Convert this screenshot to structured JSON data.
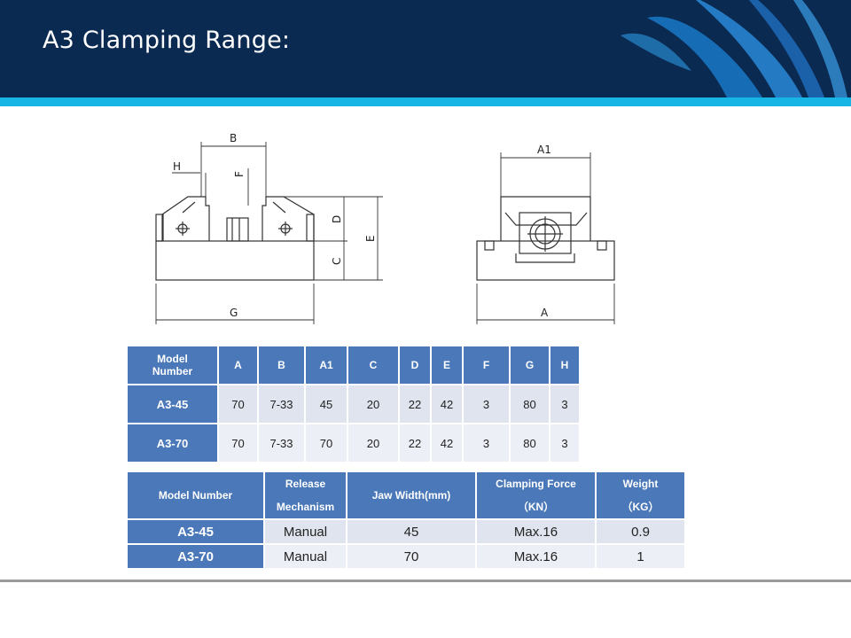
{
  "title": "A3 Clamping Range:",
  "drawing_labels": {
    "B": "B",
    "H": "H",
    "F": "F",
    "D": "D",
    "C": "C",
    "E": "E",
    "G": "G",
    "A1": "A1",
    "A": "A"
  },
  "table1": {
    "headers": [
      "Model Number",
      "A",
      "B",
      "A1",
      "C",
      "D",
      "E",
      "F",
      "G",
      "H"
    ],
    "header_model_line1": "Model",
    "header_model_line2": "Number",
    "rows": [
      [
        "A3-45",
        "70",
        "7-33",
        "45",
        "20",
        "22",
        "42",
        "3",
        "80",
        "3"
      ],
      [
        "A3-70",
        "70",
        "7-33",
        "70",
        "20",
        "22",
        "42",
        "3",
        "80",
        "3"
      ]
    ]
  },
  "table2": {
    "headers": {
      "model": "Model Number",
      "release_line1": "Release",
      "release_line2": "Mechanism",
      "jaw": "Jaw Width(mm)",
      "force_line1": "Clamping Force",
      "force_line2": "（KN）",
      "weight_line1": "Weight",
      "weight_line2": "（KG）"
    },
    "rows": [
      [
        "A3-45",
        "Manual",
        "45",
        "Max.16",
        "0.9"
      ],
      [
        "A3-70",
        "Manual",
        "70",
        "Max.16",
        "1"
      ]
    ]
  },
  "colors": {
    "header_bg": "#0b2a52",
    "stripe": "#17b4e6",
    "table_header": "#4a78b8",
    "table_cell": "#dfe4ee"
  }
}
